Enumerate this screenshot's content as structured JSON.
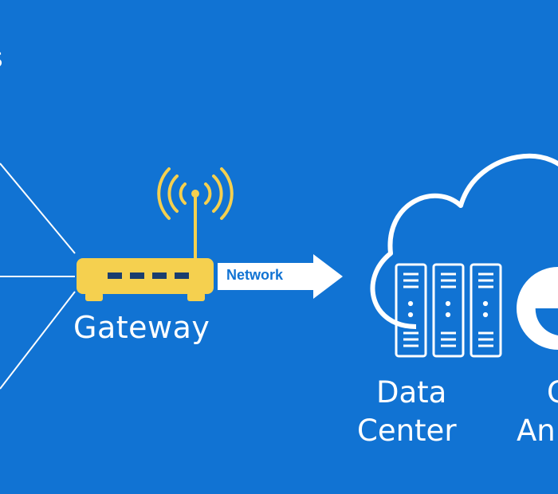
{
  "labels": {
    "corner_fragment": "s",
    "gateway": "Gateway",
    "network": "Network",
    "data_center_line1": "Data",
    "data_center_line2": "Center",
    "cloud_analytics_line1": "C",
    "cloud_analytics_line2": "An"
  },
  "icons": {
    "router": "router-icon",
    "wifi": "wifi-signal-icon",
    "cloud": "cloud-icon",
    "servers": "server-rack-icon",
    "analytics": "analytics-icon"
  },
  "colors": {
    "background": "#1173d3",
    "router": "#f5d04f",
    "router_dark": "#1a3d6e",
    "line": "#ffffff"
  }
}
